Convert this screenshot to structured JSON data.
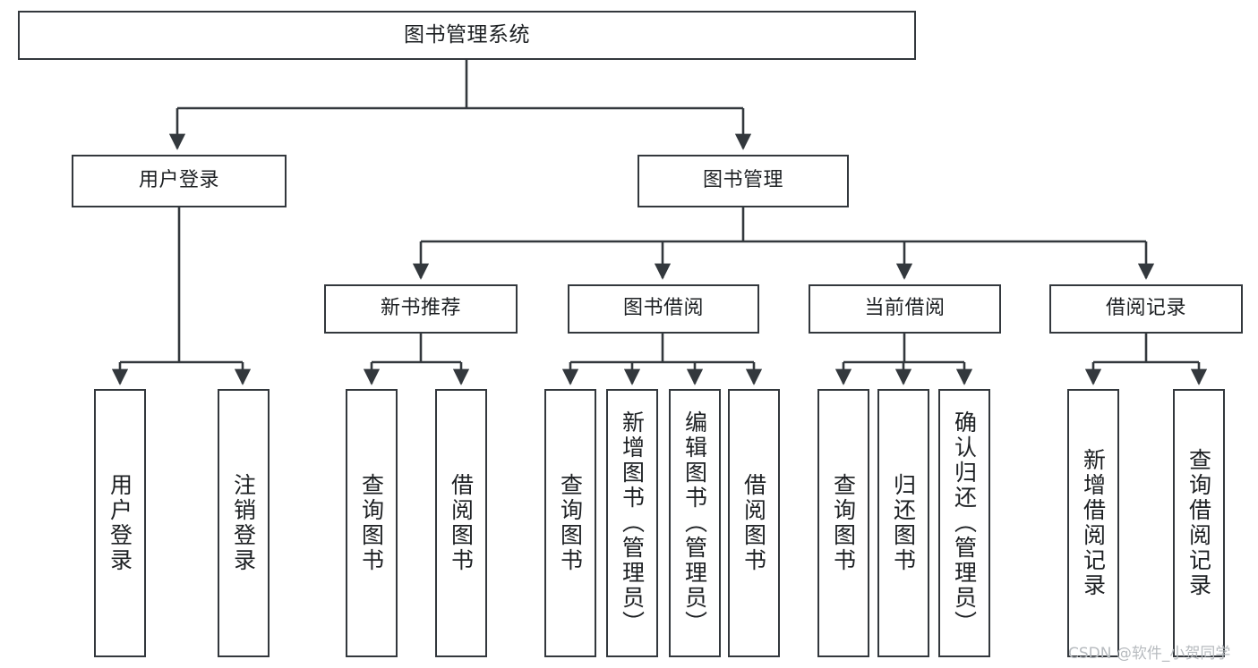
{
  "diagram": {
    "type": "tree",
    "title": "图书管理系统",
    "root": {
      "label": "图书管理系统"
    },
    "level2": [
      {
        "label": "用户登录"
      },
      {
        "label": "图书管理"
      }
    ],
    "level3": [
      {
        "label": "新书推荐",
        "parent": "图书管理"
      },
      {
        "label": "图书借阅",
        "parent": "图书管理"
      },
      {
        "label": "当前借阅",
        "parent": "图书管理"
      },
      {
        "label": "借阅记录",
        "parent": "图书管理"
      }
    ],
    "leaves": [
      {
        "label": "用户登录",
        "parent": "用户登录"
      },
      {
        "label": "注销登录",
        "parent": "用户登录"
      },
      {
        "label": "查询图书",
        "parent": "新书推荐"
      },
      {
        "label": "借阅图书",
        "parent": "新书推荐"
      },
      {
        "label": "查询图书",
        "parent": "图书借阅"
      },
      {
        "label": "新增图书（管理员）",
        "parent": "图书借阅"
      },
      {
        "label": "编辑图书（管理员）",
        "parent": "图书借阅"
      },
      {
        "label": "借阅图书",
        "parent": "图书借阅"
      },
      {
        "label": "查询图书",
        "parent": "当前借阅"
      },
      {
        "label": "归还图书",
        "parent": "当前借阅"
      },
      {
        "label": "确认归还（管理员）",
        "parent": "当前借阅"
      },
      {
        "label": "新增借阅记录",
        "parent": "借阅记录"
      },
      {
        "label": "查询借阅记录",
        "parent": "借阅记录"
      }
    ],
    "colors": {
      "box_border": "#33383d",
      "box_fill": "#ffffff",
      "connector": "#33383d",
      "text": "#1d2023",
      "watermark": "#b7bbbf",
      "background": "#ffffff"
    }
  },
  "watermark": {
    "text": "CSDN @软件_小贺同学"
  }
}
